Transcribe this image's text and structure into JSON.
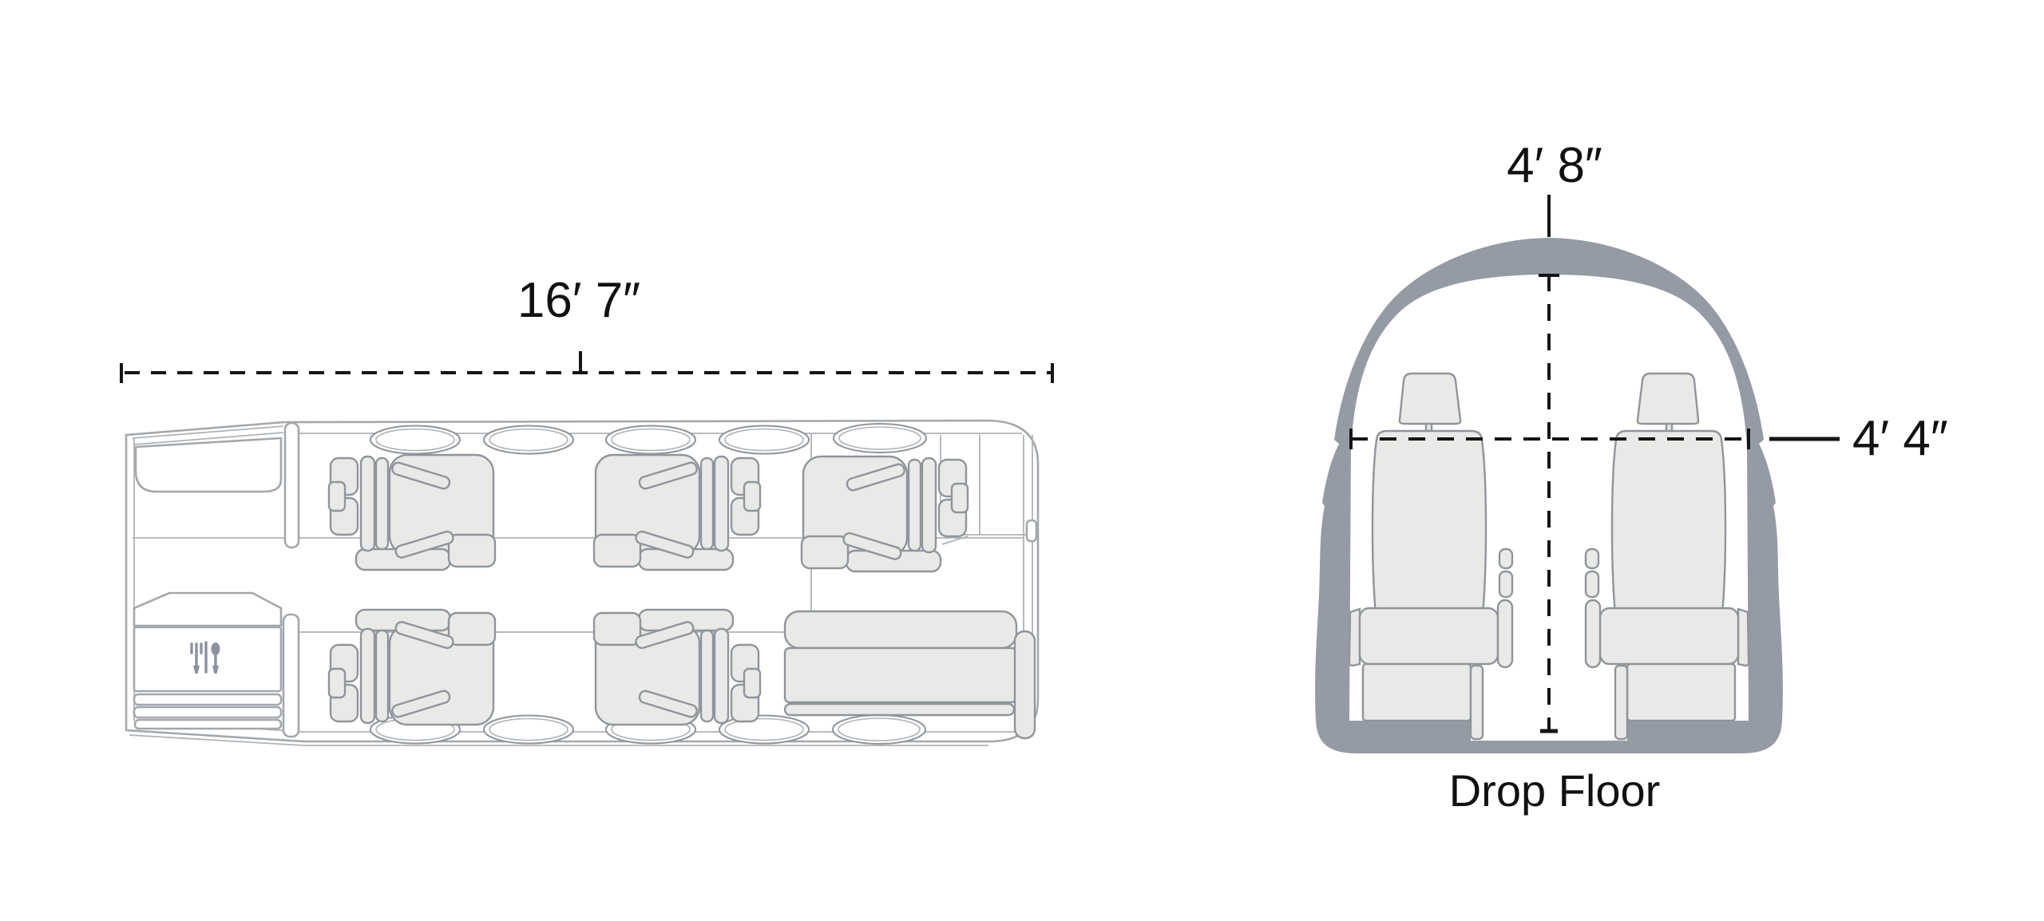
{
  "floorplan": {
    "length_label": "16′ 7″",
    "club_seat_count": 5,
    "windows_per_side": 5,
    "galley_icon": "fork-and-spoon",
    "features": [
      "cockpit closet",
      "galley cabinet",
      "aft closet",
      "side divan"
    ]
  },
  "cross_section": {
    "height_label": "4′ 8″",
    "width_label": "4′ 4″",
    "caption": "Drop Floor",
    "seat_count": 2
  },
  "colors": {
    "shell": "#949BA4",
    "seat-fill": "#E9EAE7",
    "seat-stroke": "#8F959B",
    "outline": "#A3A8AC",
    "thin-line": "#AFB3B6",
    "dimension": "#151515",
    "icon": "#8A91A0",
    "background": "#FFFFFF"
  }
}
